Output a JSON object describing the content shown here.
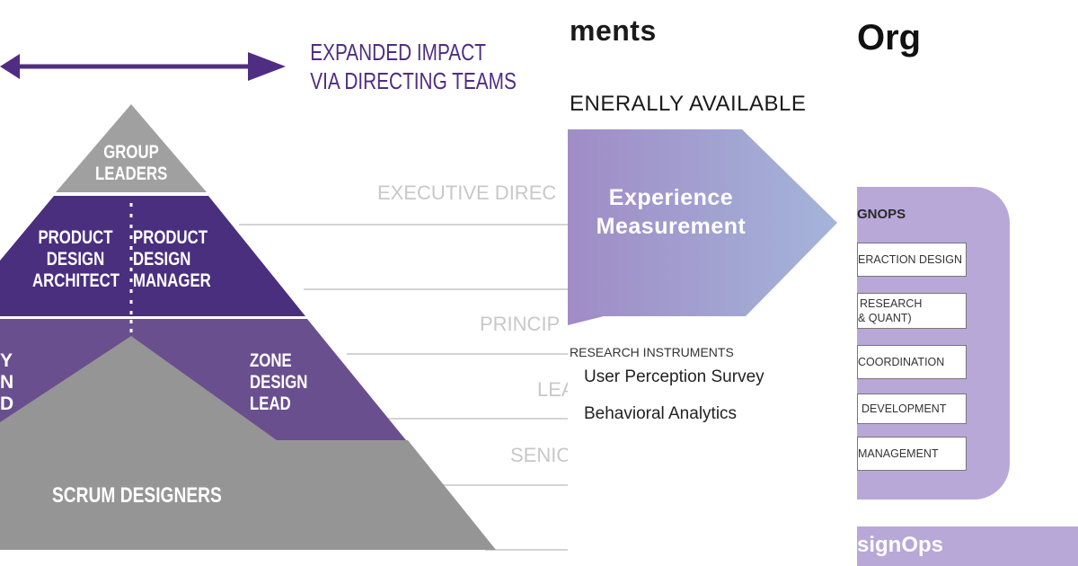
{
  "left": {
    "impact_line1": "EXPANDED IMPACT",
    "impact_line2": "VIA DIRECTING TEAMS",
    "levels": [
      "EXECUTIVE DIREC",
      "PRINCIP",
      "LEA",
      "SENIO"
    ],
    "pyramid": {
      "top": [
        "GROUP",
        "LEADERS"
      ],
      "architect": [
        "PRODUCT",
        "DESIGN",
        "ARCHITECT"
      ],
      "manager": [
        "PRODUCT",
        "DESIGN",
        "MANAGER"
      ],
      "partial_left": [
        "Y",
        "N",
        "D"
      ],
      "zone": [
        "ZONE",
        "DESIGN",
        "LEAD"
      ],
      "base": "SCRUM DESIGNERS"
    },
    "colors": {
      "purple_dark": "#4a2f7f",
      "purple_mid": "#6a4f8f",
      "gray": "#a0a0a0",
      "gray_base": "#959595",
      "accent_text": "#4f2d83"
    }
  },
  "middle": {
    "title": "ments",
    "subtitle": "ENERALLY AVAILABLE",
    "arrow_label_1": "Experience",
    "arrow_label_2": "Measurement",
    "instruments_heading": "RESEARCH INSTRUMENTS",
    "instruments": [
      "User Perception Survey",
      "Behavioral Analytics"
    ]
  },
  "right": {
    "title": "Org",
    "card_heading": "GNOPS",
    "items": [
      {
        "line1": "ERACTION DESIGN",
        "line2": ""
      },
      {
        "line1": "RESEARCH",
        "line2": "& QUANT)"
      },
      {
        "line1": "COORDINATION",
        "line2": ""
      },
      {
        "line1": "DEVELOPMENT",
        "line2": ""
      },
      {
        "line1": "MANAGEMENT",
        "line2": ""
      }
    ],
    "footer": "signOps"
  }
}
